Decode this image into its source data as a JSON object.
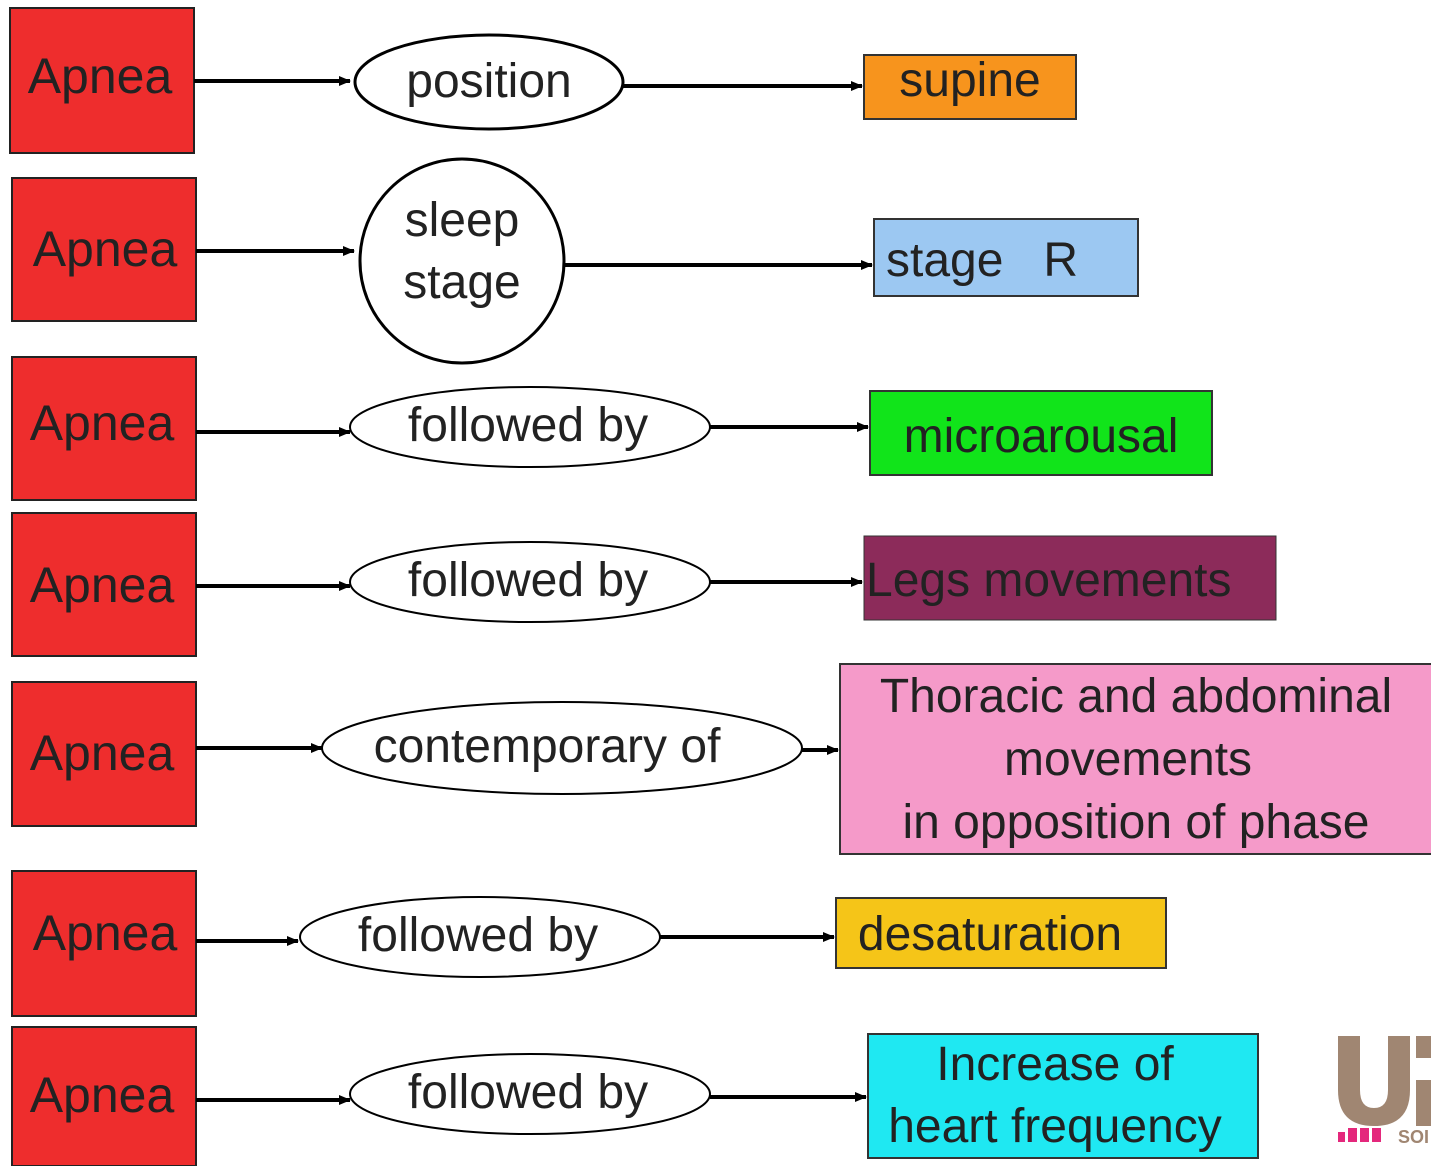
{
  "diagram": {
    "rows": [
      {
        "source": {
          "label": "Apnea",
          "color": "#ee2d2d"
        },
        "relation": {
          "lines": [
            "position"
          ]
        },
        "target": {
          "lines": [
            "supine"
          ],
          "color": "#f7941d"
        }
      },
      {
        "source": {
          "label": "Apnea",
          "color": "#ee2d2d"
        },
        "relation": {
          "lines": [
            "sleep",
            "stage"
          ]
        },
        "target": {
          "lines": [
            "stage   R"
          ],
          "color": "#9cc8f2"
        }
      },
      {
        "source": {
          "label": "Apnea",
          "color": "#ee2d2d"
        },
        "relation": {
          "lines": [
            "followed by"
          ]
        },
        "target": {
          "lines": [
            "microarousal"
          ],
          "color": "#11e41a"
        }
      },
      {
        "source": {
          "label": "Apnea",
          "color": "#ee2d2d"
        },
        "relation": {
          "lines": [
            "followed by"
          ]
        },
        "target": {
          "lines": [
            "Legs movements"
          ],
          "color": "#8c2b5a"
        }
      },
      {
        "source": {
          "label": "Apnea",
          "color": "#ee2d2d"
        },
        "relation": {
          "lines": [
            "contemporary of"
          ]
        },
        "target": {
          "lines": [
            "Thoracic and abdominal",
            "movements",
            "in opposition of phase"
          ],
          "color": "#f59ac9"
        }
      },
      {
        "source": {
          "label": "Apnea",
          "color": "#ee2d2d"
        },
        "relation": {
          "lines": [
            "followed by"
          ]
        },
        "target": {
          "lines": [
            "desaturation"
          ],
          "color": "#f5c518"
        }
      },
      {
        "source": {
          "label": "Apnea",
          "color": "#ee2d2d"
        },
        "relation": {
          "lines": [
            "followed by"
          ]
        },
        "target": {
          "lines": [
            "Increase of",
            "heart frequency"
          ],
          "color": "#1fe8f2"
        }
      }
    ]
  },
  "logo": {
    "mark": "UP",
    "subtext": "SOI",
    "color_primary": "#a08672",
    "color_accent": "#e4287c"
  }
}
